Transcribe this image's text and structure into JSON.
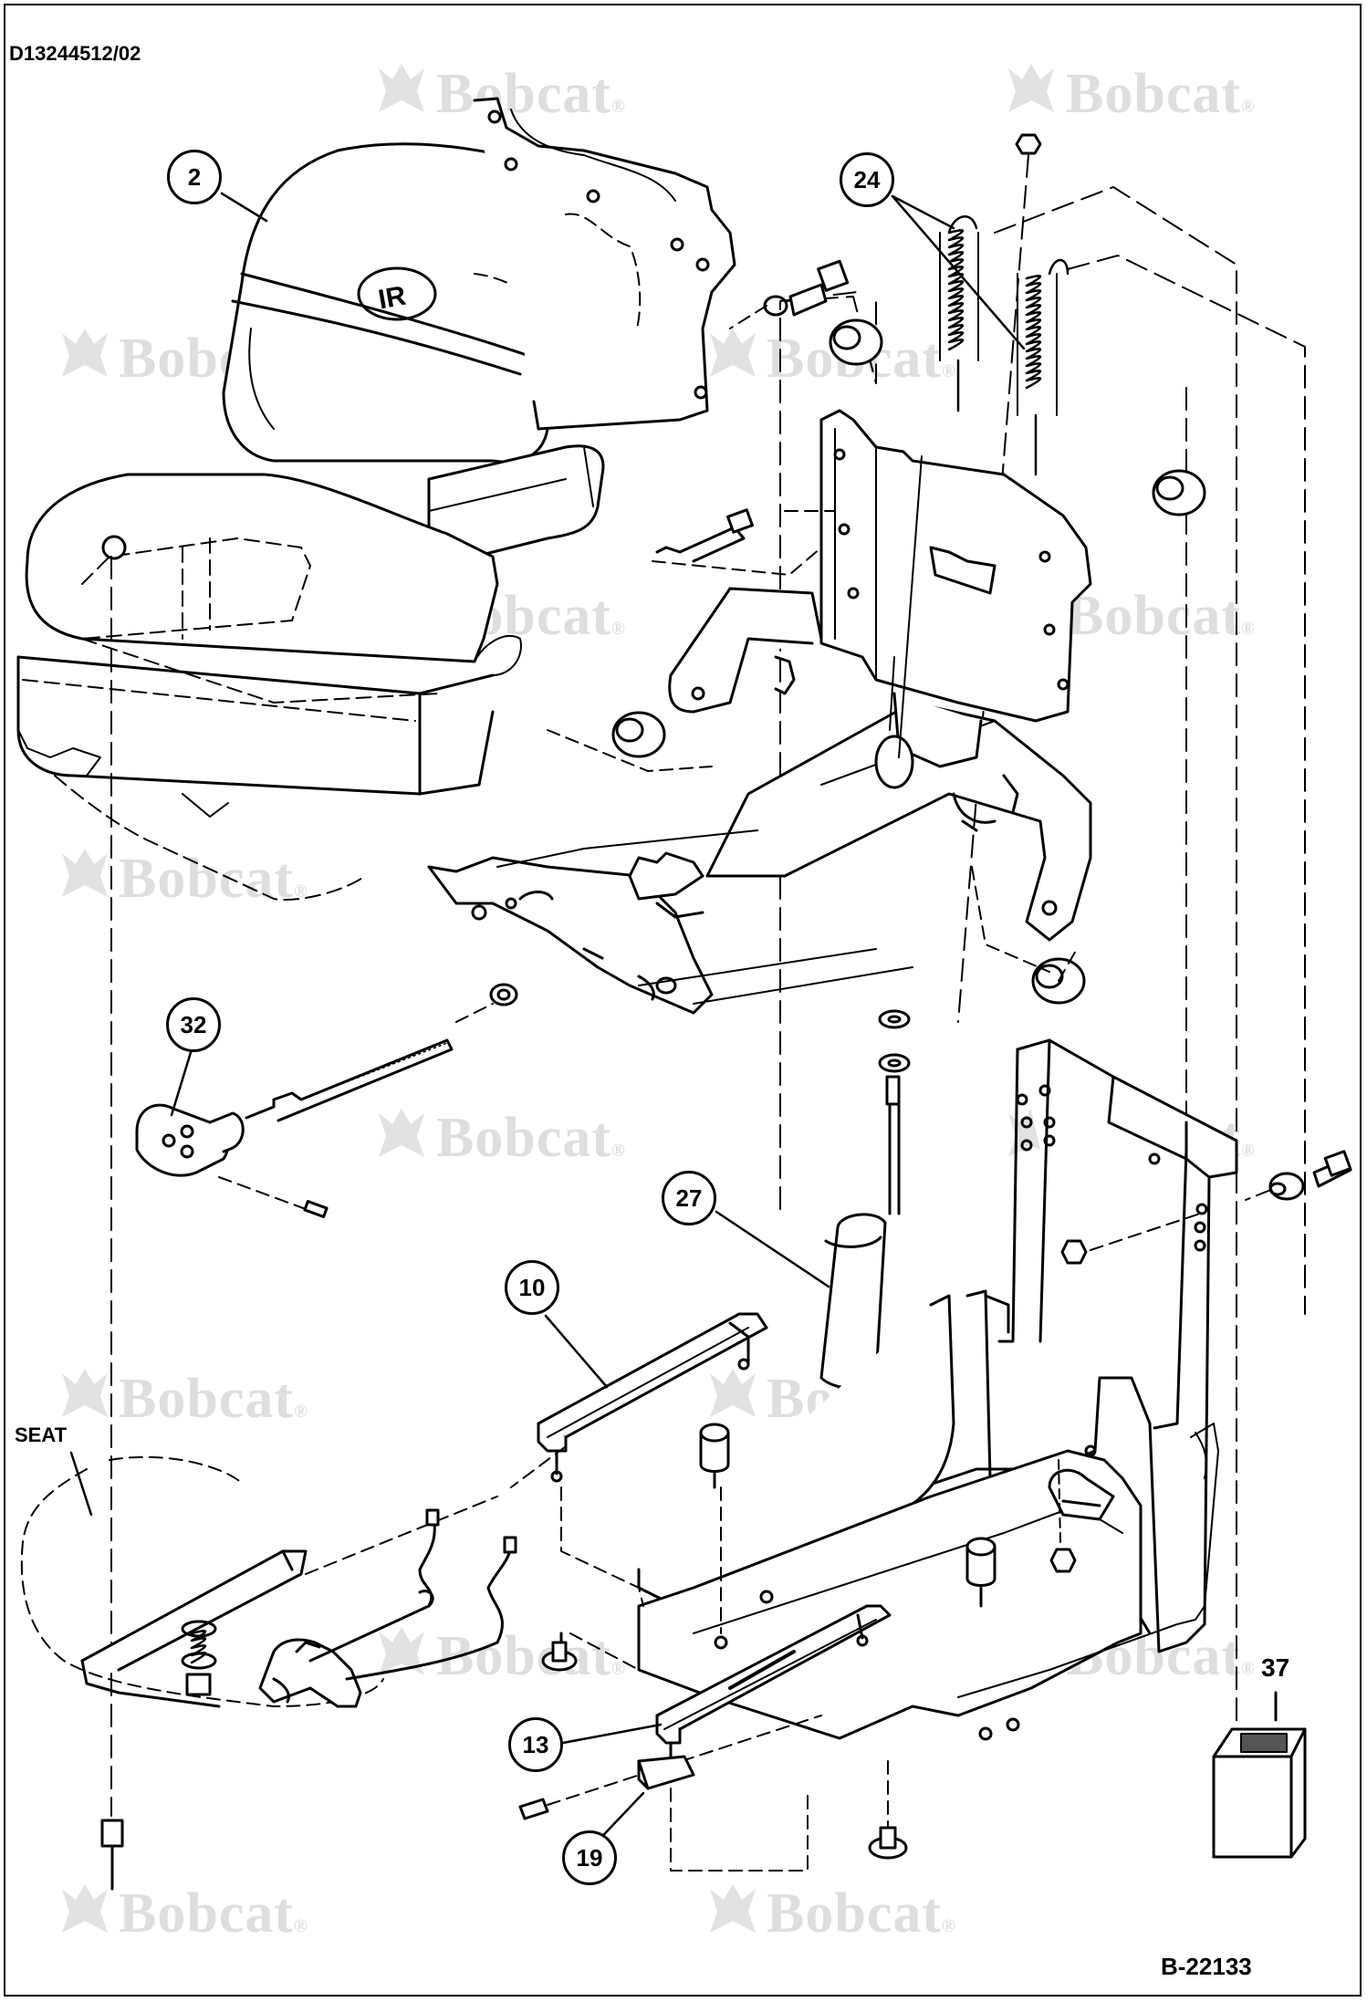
{
  "document": {
    "doc_id": "D13244512/02",
    "figure_id": "B-22133",
    "watermark": "Bobcat",
    "watermark_mark": "®",
    "seat_label": "SEAT",
    "seat_badge": "IR"
  },
  "callouts": [
    {
      "id": "2",
      "label": "2"
    },
    {
      "id": "24",
      "label": "24"
    },
    {
      "id": "32",
      "label": "32"
    },
    {
      "id": "27",
      "label": "27"
    },
    {
      "id": "10",
      "label": "10"
    },
    {
      "id": "13",
      "label": "13"
    },
    {
      "id": "19",
      "label": "19"
    },
    {
      "id": "37",
      "label": "37"
    }
  ],
  "colors": {
    "line": "#000000",
    "watermark": "#dedede",
    "background": "#ffffff"
  }
}
